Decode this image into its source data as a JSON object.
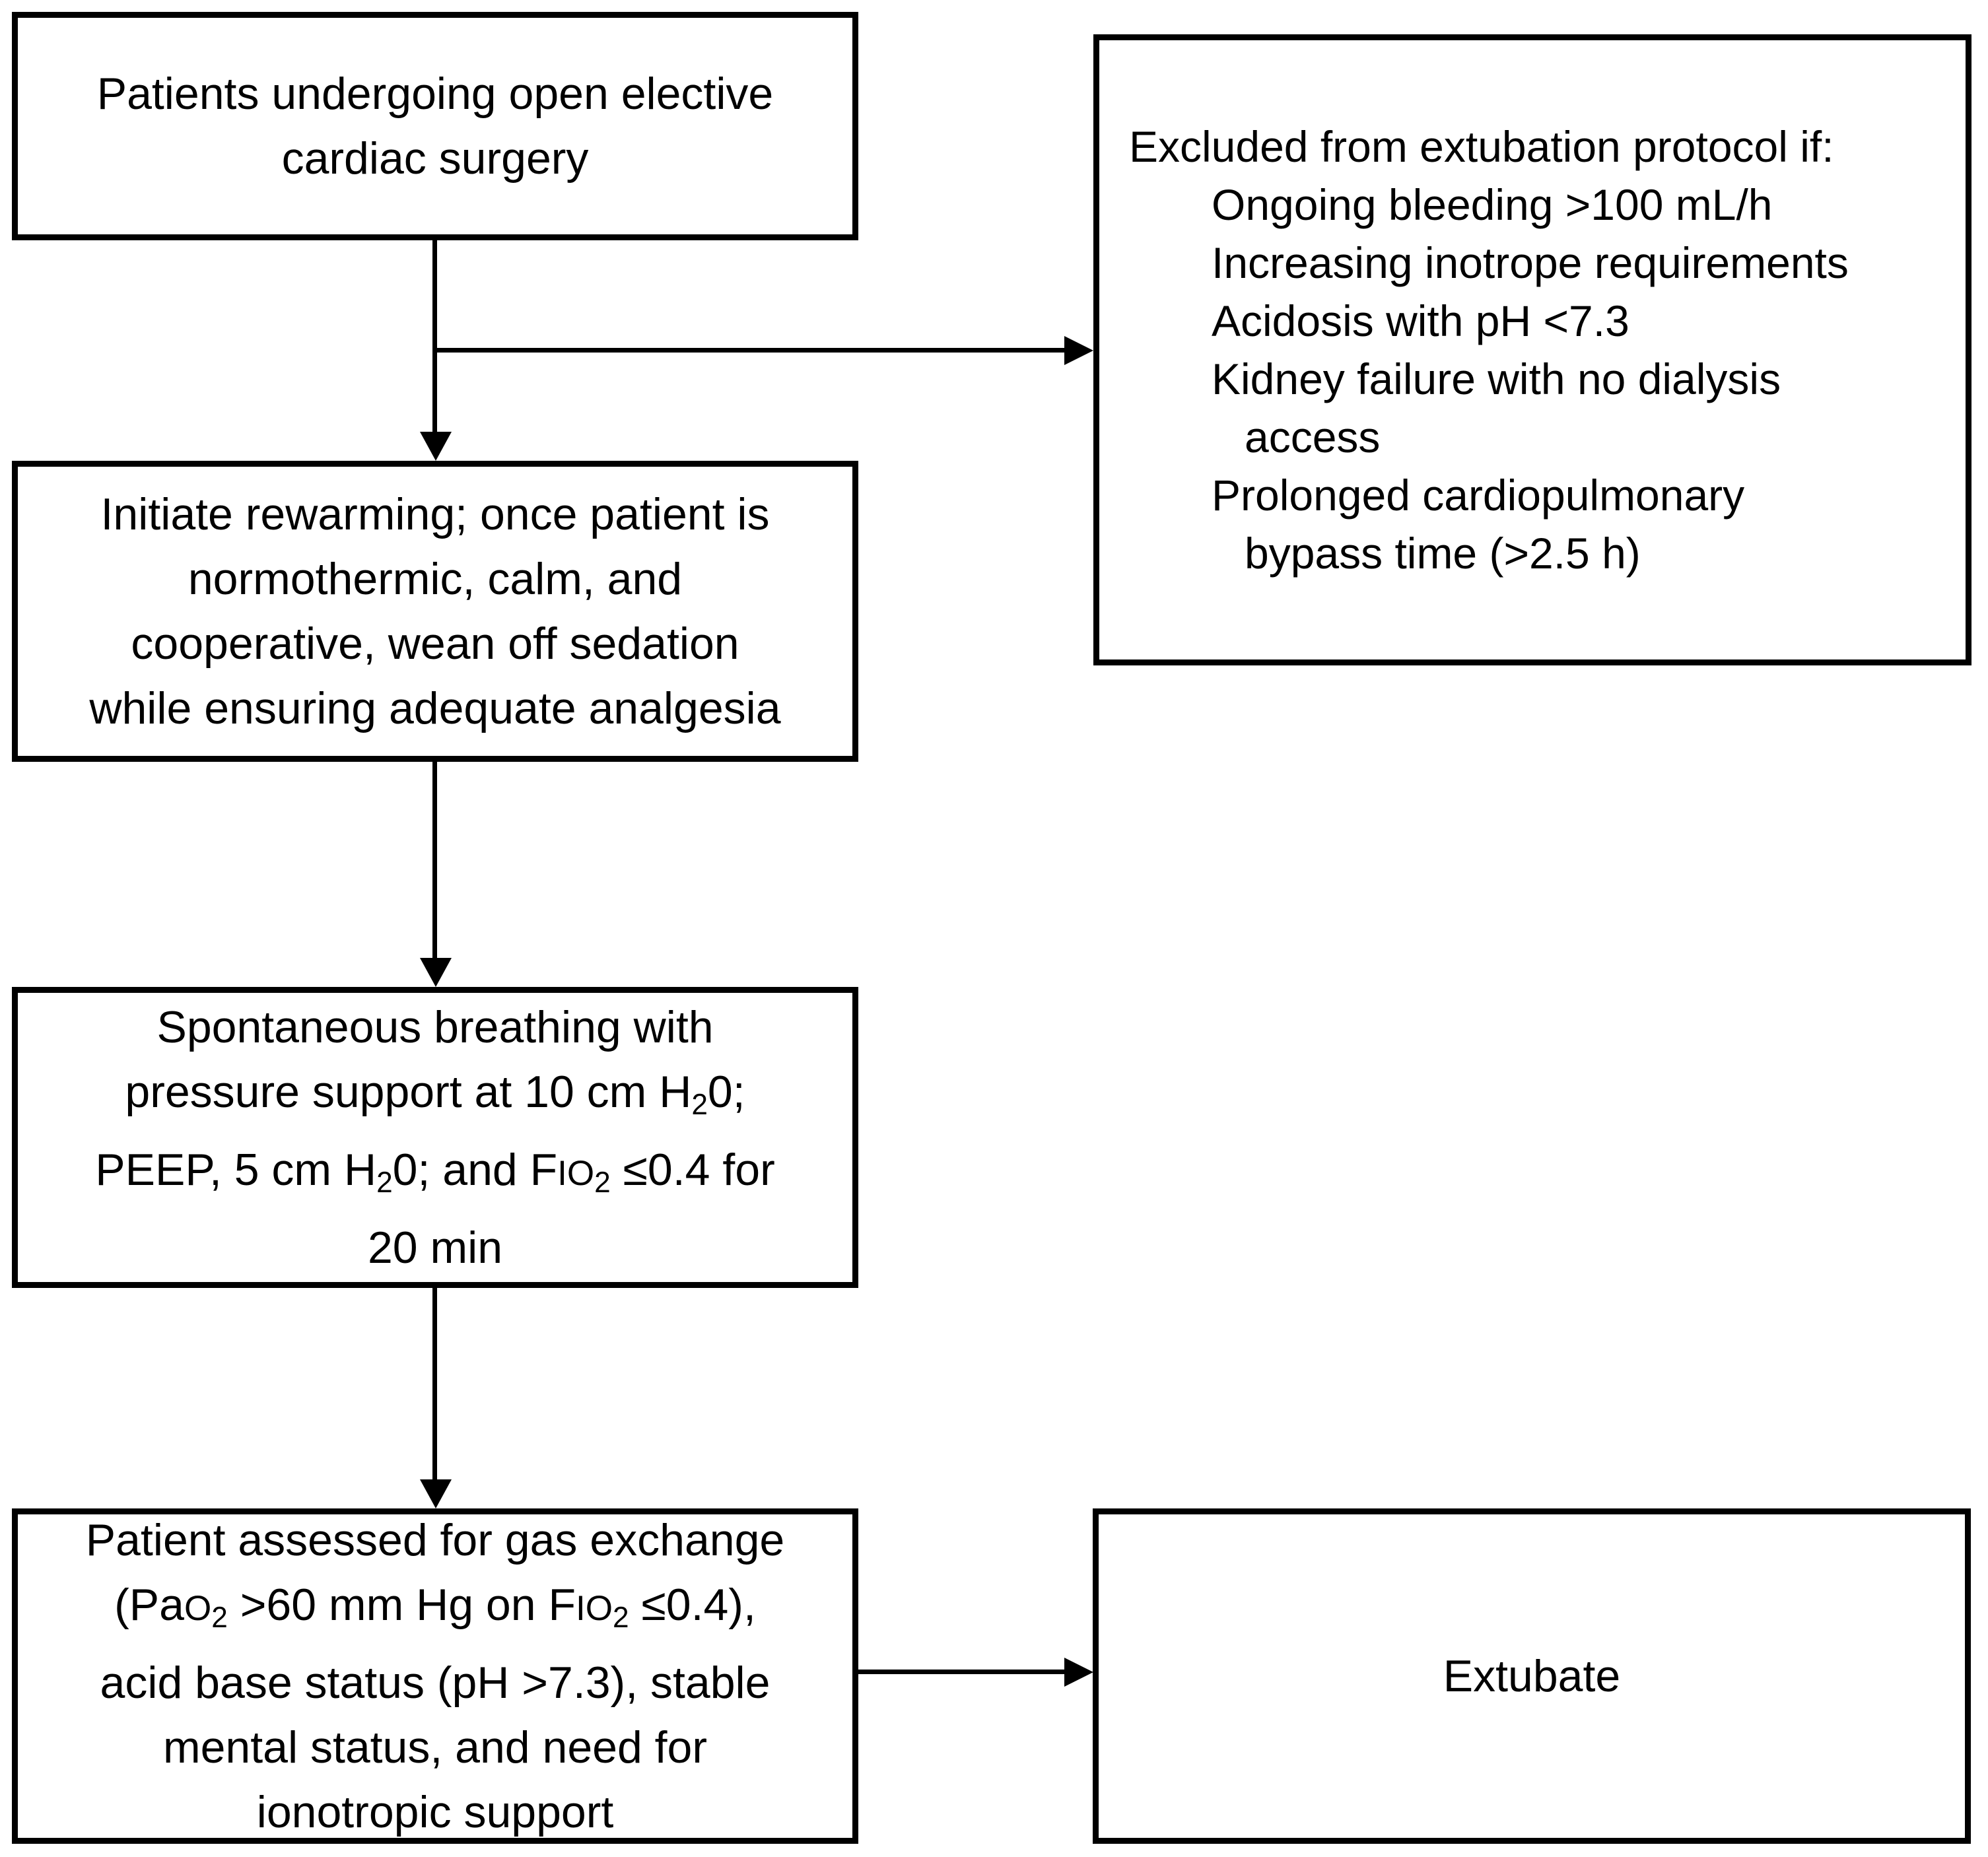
{
  "meta": {
    "description": "Flowchart of an early extubation protocol after open elective cardiac surgery",
    "colors": {
      "ink": "#000000",
      "background": "#ffffff"
    }
  },
  "boxes": {
    "patients": {
      "lines": [
        [
          {
            "t": "Patients undergoing open elective"
          }
        ],
        [
          {
            "t": "cardiac surgery"
          }
        ]
      ]
    },
    "excluded": {
      "title": "Excluded from extubation protocol if:",
      "items": [
        {
          "lines": [
            "Ongoing bleeding >100 mL/h"
          ]
        },
        {
          "lines": [
            "Increasing inotrope requirements"
          ]
        },
        {
          "lines": [
            "Acidosis with pH <7.3"
          ]
        },
        {
          "lines": [
            "Kidney failure with no dialysis",
            "access"
          ]
        },
        {
          "lines": [
            "Prolonged cardiopulmonary",
            "bypass time (>2.5 h)"
          ]
        }
      ]
    },
    "rewarm": {
      "lines": [
        [
          {
            "t": "Initiate rewarming; once patient is"
          }
        ],
        [
          {
            "t": "normothermic, calm, and"
          }
        ],
        [
          {
            "t": "cooperative, wean off sedation"
          }
        ],
        [
          {
            "t": "while ensuring adequate analgesia"
          }
        ]
      ]
    },
    "breathing": {
      "lines": [
        [
          {
            "t": "Spontaneous breathing with"
          }
        ],
        [
          {
            "t": "pressure support at 10 cm H"
          },
          {
            "t": "2",
            "s": "sub"
          },
          {
            "t": "0;"
          }
        ],
        [
          {
            "t": "PEEP, 5 cm H"
          },
          {
            "t": "2",
            "s": "sub"
          },
          {
            "t": "0; and F"
          },
          {
            "t": "IO",
            "s": "sc"
          },
          {
            "t": "2",
            "s": "sub"
          },
          {
            "t": " ≤0.4 for"
          }
        ],
        [
          {
            "t": "20 min"
          }
        ]
      ]
    },
    "assessed": {
      "lines": [
        [
          {
            "t": "Patient assessed for gas exchange"
          }
        ],
        [
          {
            "t": "(Pa"
          },
          {
            "t": "O",
            "s": "sc"
          },
          {
            "t": "2",
            "s": "sub"
          },
          {
            "t": " >60 mm Hg on F"
          },
          {
            "t": "IO",
            "s": "sc"
          },
          {
            "t": "2",
            "s": "sub"
          },
          {
            "t": " ≤0.4),"
          }
        ],
        [
          {
            "t": "acid base status (pH >7.3), stable"
          }
        ],
        [
          {
            "t": "mental status, and need for"
          }
        ],
        [
          {
            "t": "ionotropic support"
          }
        ]
      ]
    },
    "extubate": {
      "lines": [
        [
          {
            "t": "Extubate"
          }
        ]
      ]
    }
  }
}
